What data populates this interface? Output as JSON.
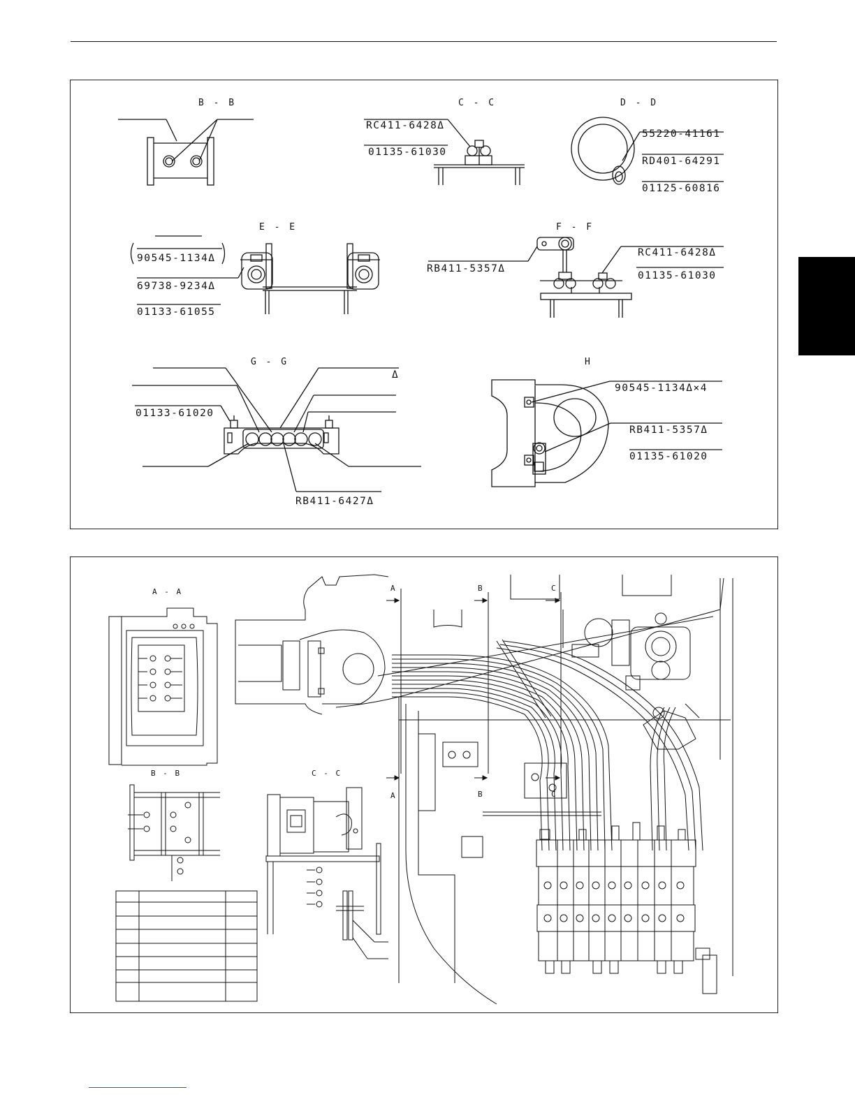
{
  "top_panel": {
    "views": {
      "bb": {
        "title": "B - B"
      },
      "cc": {
        "title": "C - C",
        "parts": [
          "RC411-6428Δ",
          "01135-61030"
        ]
      },
      "dd": {
        "title": "D - D",
        "parts": [
          "55220-41161",
          "RD401-64291",
          "01125-60816"
        ]
      },
      "ee": {
        "title": "E - E",
        "parts": [
          "90545-1134Δ",
          "69738-9234Δ",
          "01133-61055"
        ]
      },
      "ff": {
        "title": "F - F",
        "parts": [
          "RB411-5357Δ",
          "RC411-6428Δ",
          "01135-61030"
        ]
      },
      "gg": {
        "title": "G - G",
        "parts": [
          "Δ",
          "01133-61020",
          "RB411-6427Δ"
        ]
      },
      "h": {
        "title": "H",
        "parts": [
          "90545-1134Δ×4",
          "RB411-5357Δ",
          "01135-61020"
        ]
      }
    }
  },
  "bottom_panel": {
    "views": {
      "aa": {
        "title": "A - A"
      },
      "bb": {
        "title": "B - B"
      },
      "cc": {
        "title": "C - C"
      }
    },
    "section_marks": [
      "A",
      "B",
      "C",
      "A",
      "B",
      "C"
    ]
  }
}
